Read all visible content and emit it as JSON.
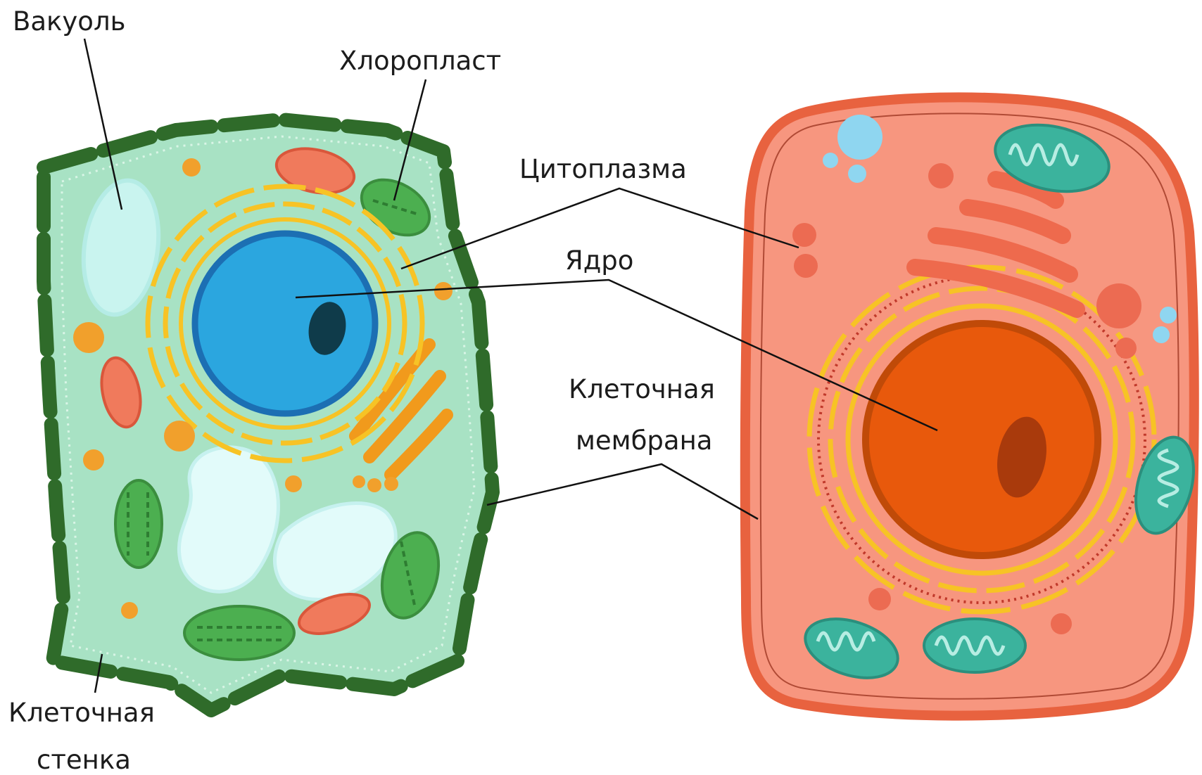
{
  "labels": {
    "vacuole": "Вакуоль",
    "chloroplast": "Хлоропласт",
    "cytoplasm": "Цитоплазма",
    "nucleus": "Ядро",
    "membrane_line1": "Клеточная",
    "membrane_line2": "мембрана",
    "wall_line1": "Клеточная",
    "wall_line2": "стенка"
  },
  "colors": {
    "plant_cytoplasm": "#a8e2c4",
    "cell_wall": "#2f6b2a",
    "plant_nucleus": "#2ba6df",
    "animal_cytoplasm": "#f7967f",
    "animal_membrane": "#e8623f",
    "animal_nucleus": "#e8590c",
    "er": "#f7c325",
    "mitochondria_teal": "#3bb39d",
    "chloroplast_green": "#4caf50"
  }
}
